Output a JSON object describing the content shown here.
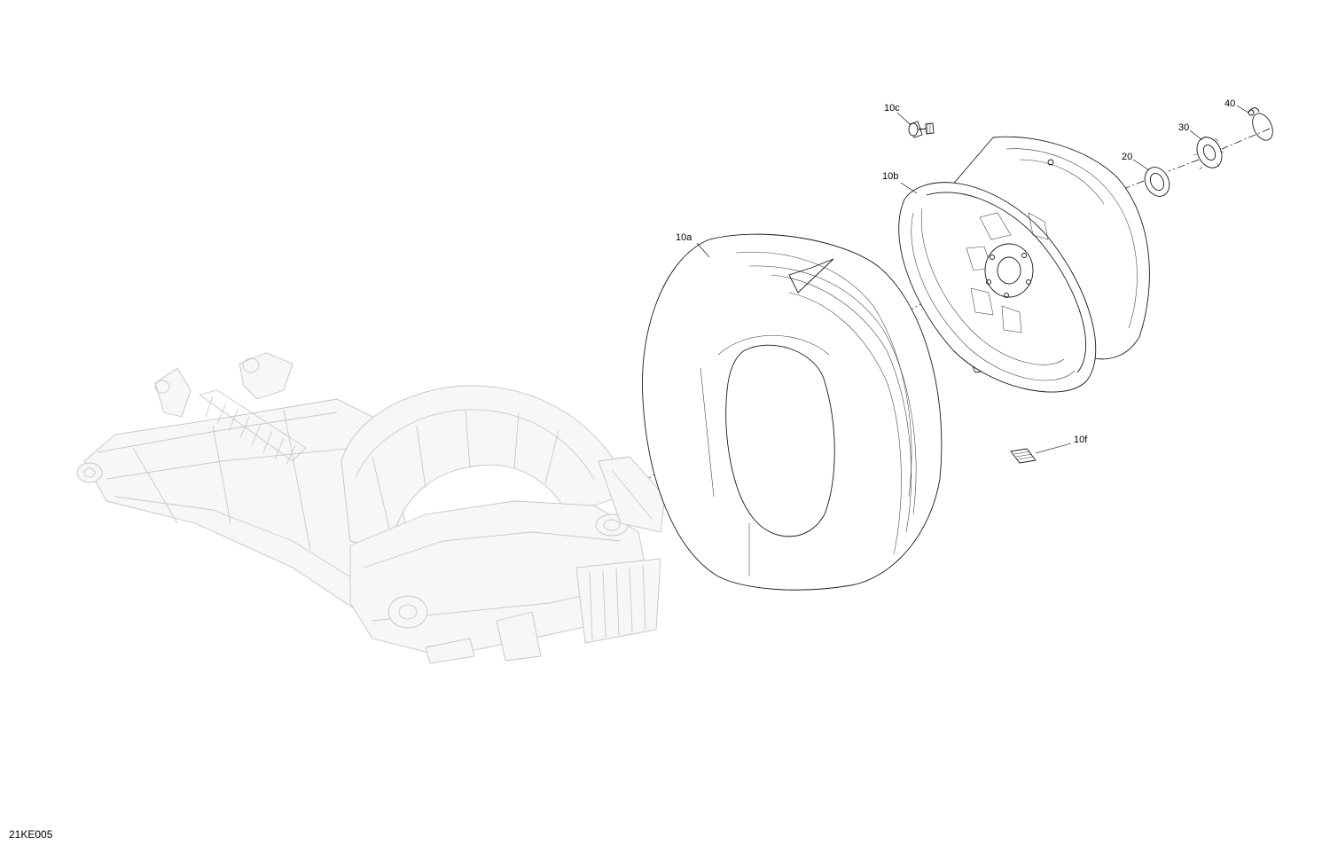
{
  "diagram": {
    "reference_code": "21KE005",
    "callouts": [
      {
        "id": "10a",
        "label": "10a"
      },
      {
        "id": "10b",
        "label": "10b"
      },
      {
        "id": "10c",
        "label": "10c"
      },
      {
        "id": "10f",
        "label": "10f"
      },
      {
        "id": "20",
        "label": "20"
      },
      {
        "id": "30",
        "label": "30"
      },
      {
        "id": "40",
        "label": "40"
      }
    ]
  }
}
